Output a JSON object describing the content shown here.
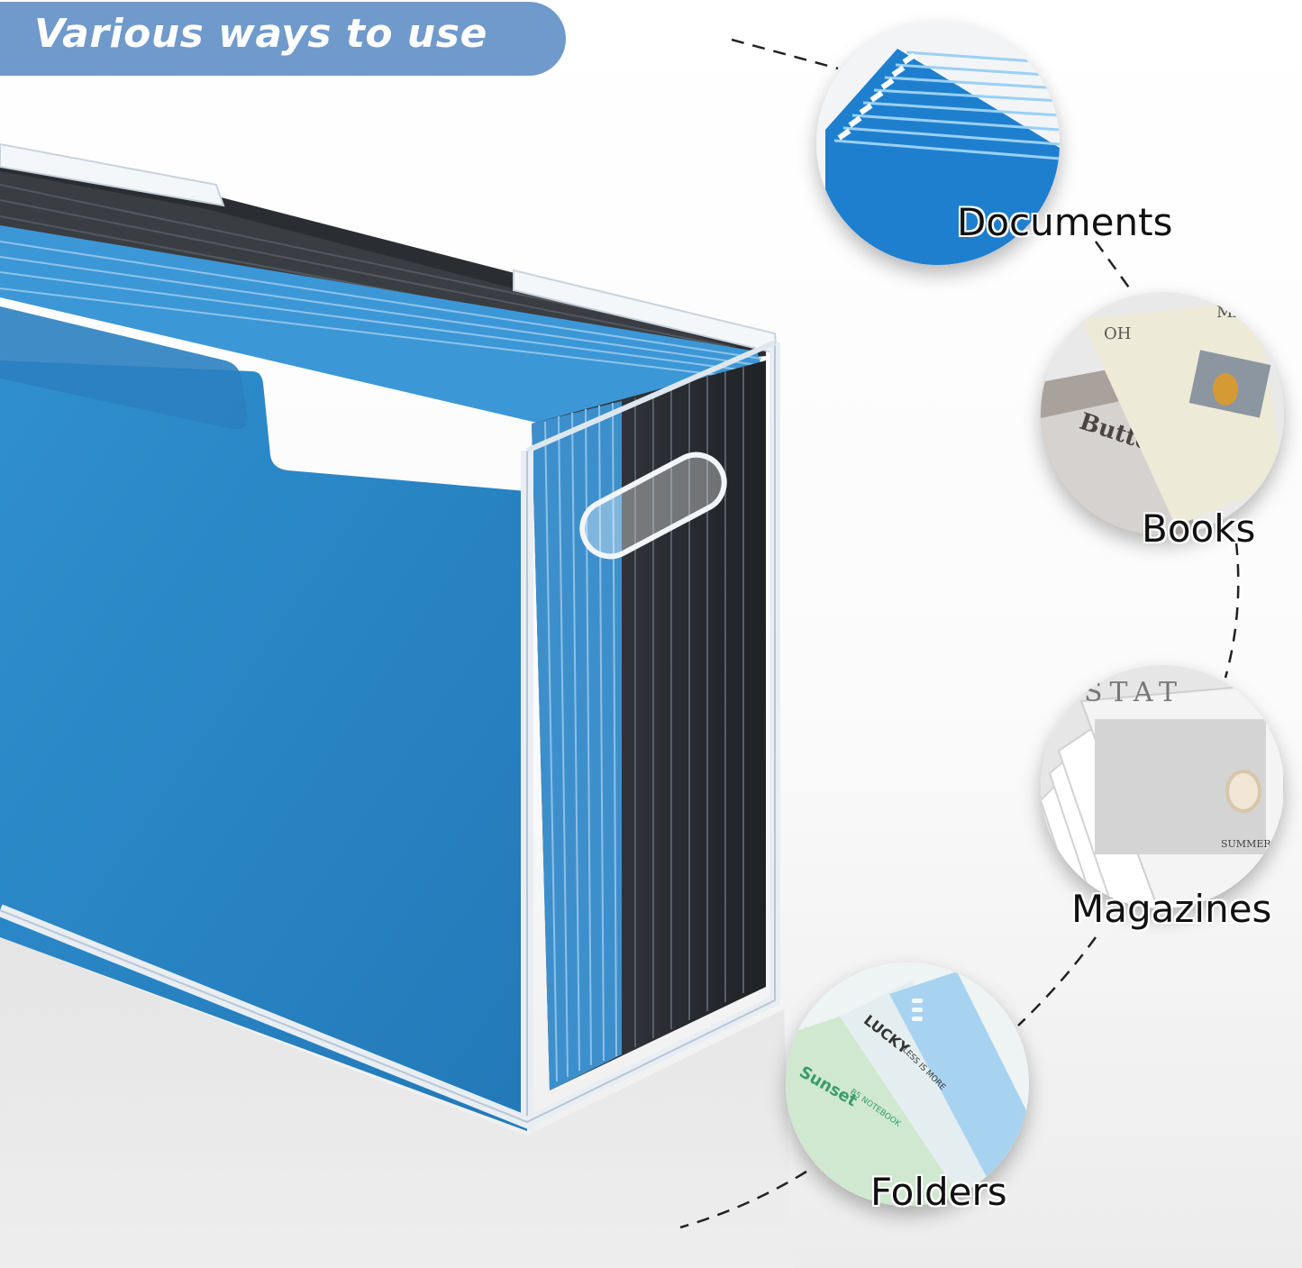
{
  "banner": {
    "title": "Various ways to use"
  },
  "uses": [
    {
      "label": "Documents",
      "icon": "documents-photo"
    },
    {
      "label": "Books",
      "icon": "books-photo"
    },
    {
      "label": "Magazines",
      "icon": "magazines-photo"
    },
    {
      "label": "Folders",
      "icon": "folders-photo"
    }
  ],
  "thumb_text": {
    "book_spine": "Butter",
    "book_cover_top": "OH",
    "book_cover_top_right": "MA",
    "magazine_title": "STAT",
    "magazine_caption": "SUMMER WI",
    "notebook_1": "Sunset",
    "notebook_1_sub": "B5 NOTEBOOK",
    "notebook_2": "LUCKY",
    "notebook_2_sub": "LESS IS MORE"
  },
  "colors": {
    "banner": "#6f9acb",
    "folder_blue": "#2a86c5",
    "folder_dark": "#2f3338",
    "acrylic_edge": "#dfe7ee"
  }
}
